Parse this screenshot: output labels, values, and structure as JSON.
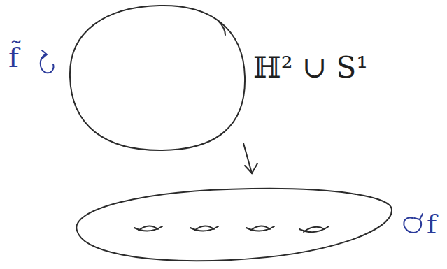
{
  "diagram": {
    "labels": [
      "f̃",
      "ℍ² ∪ S¹",
      "f"
    ]
  }
}
